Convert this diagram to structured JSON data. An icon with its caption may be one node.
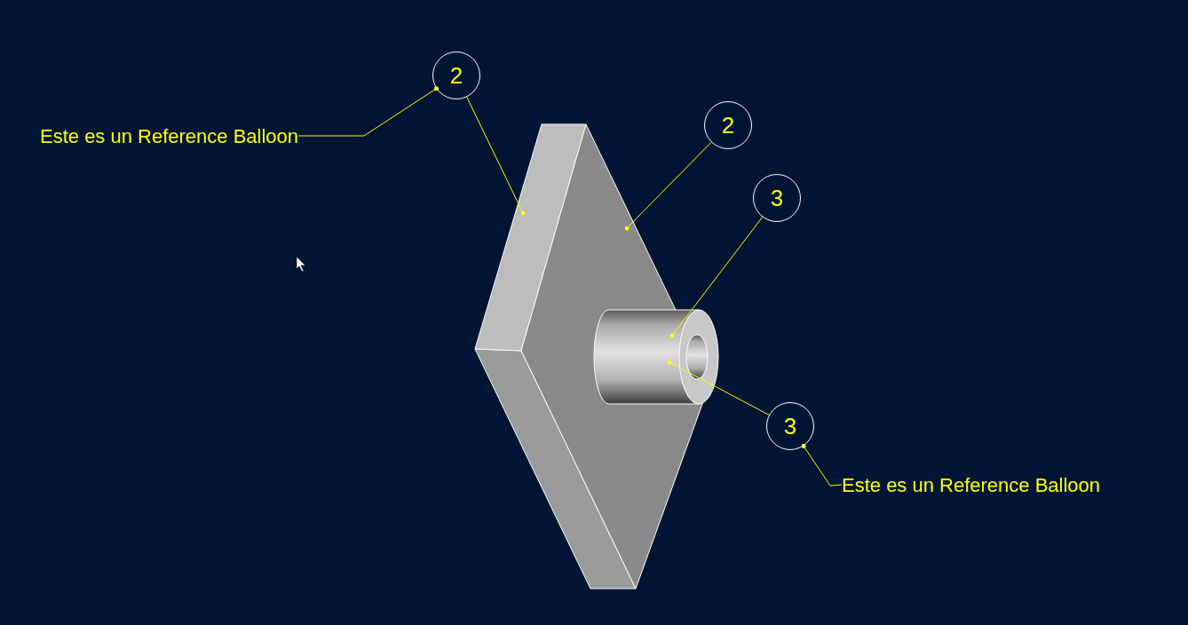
{
  "diagram": {
    "nodes": [
      {
        "text": [
          "Este es un Reference Balloon"
        ]
      },
      {
        "text": [
          "2"
        ]
      },
      {
        "text": [
          "2"
        ]
      },
      {
        "text": [
          "3"
        ]
      },
      {
        "text": [
          "3"
        ]
      },
      {
        "text": [
          "Este es un Reference Balloon"
        ]
      },
      {
        "text": [],
        "shape": "picture"
      },
      {
        "text": [],
        "shape": "picture",
        "in": 6
      }
    ],
    "edges": [
      {
        "from": 0,
        "to": 1,
        "arrow": "other"
      },
      {
        "from": 1,
        "to": 6,
        "arrow": "other"
      },
      {
        "from": 2,
        "to": 6,
        "arrow": "other"
      },
      {
        "from": 3,
        "to": 7,
        "arrow": "other"
      },
      {
        "from": 4,
        "to": 7,
        "arrow": "other"
      },
      {
        "from": 5,
        "to": 4,
        "arrow": "other"
      }
    ]
  }
}
